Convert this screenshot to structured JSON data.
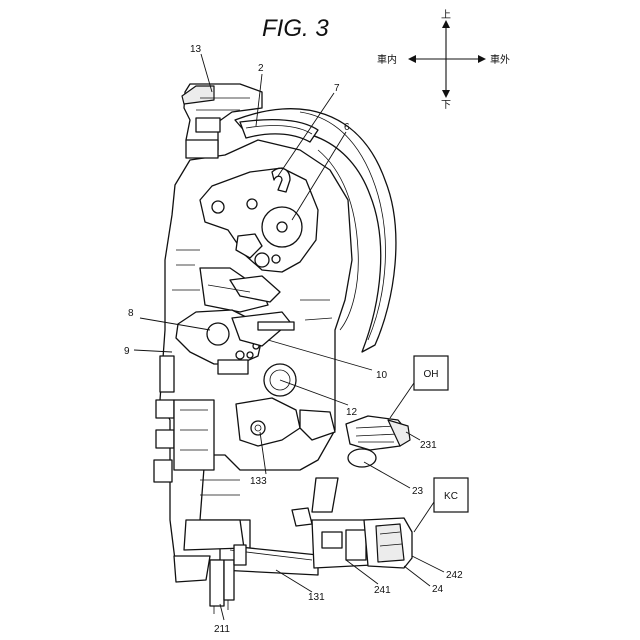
{
  "figure": {
    "title": "FIG. 3"
  },
  "directions": {
    "up": "上",
    "down": "下",
    "inside": "車内",
    "outside": "車外"
  },
  "boxes": {
    "oh": "OH",
    "kc": "KC"
  },
  "labels": {
    "l13": "13",
    "l2": "2",
    "l7": "7",
    "l6": "6",
    "l8": "8",
    "l9": "9",
    "l10": "10",
    "l12": "12",
    "l231": "231",
    "l133": "133",
    "l23": "23",
    "l131": "131",
    "l241": "241",
    "l24": "24",
    "l242": "242",
    "l211": "211"
  }
}
